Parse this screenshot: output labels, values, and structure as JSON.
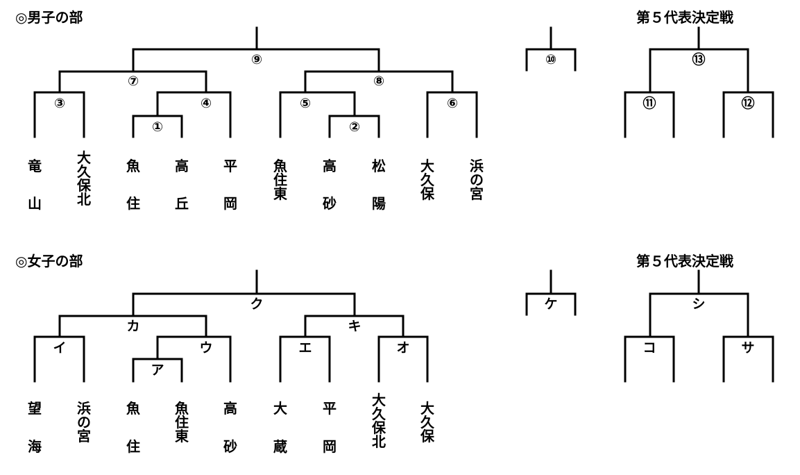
{
  "boys": {
    "title": "◎男子の部",
    "final_title": "第５代表決定戦",
    "labels": {
      "m1": "①",
      "m2": "②",
      "m3": "③",
      "m4": "④",
      "m5": "⑤",
      "m6": "⑥",
      "m7": "⑦",
      "m8": "⑧",
      "m9": "⑨",
      "m10": "⑩",
      "m11": "⑪",
      "m12": "⑫",
      "m13": "⑬"
    },
    "teams": [
      {
        "top": "竜",
        "bottom": "山"
      },
      {
        "top": "大久保北",
        "bottom": ""
      },
      {
        "top": "魚",
        "bottom": "住"
      },
      {
        "top": "高",
        "bottom": "丘"
      },
      {
        "top": "平",
        "bottom": "岡"
      },
      {
        "top": "魚住東",
        "bottom": ""
      },
      {
        "top": "高",
        "bottom": "砂"
      },
      {
        "top": "松",
        "bottom": "陽"
      },
      {
        "top": "大久保",
        "bottom": ""
      },
      {
        "top": "浜の宮",
        "bottom": ""
      }
    ]
  },
  "girls": {
    "title": "◎女子の部",
    "final_title": "第５代表決定戦",
    "labels": {
      "a": "ア",
      "i": "イ",
      "u": "ウ",
      "e": "エ",
      "o": "オ",
      "ka": "カ",
      "ki": "キ",
      "ku": "ク",
      "ke": "ケ",
      "ko": "コ",
      "sa": "サ",
      "shi": "シ"
    },
    "teams": [
      {
        "top": "望",
        "bottom": "海"
      },
      {
        "top": "浜の宮",
        "bottom": ""
      },
      {
        "top": "魚",
        "bottom": "住"
      },
      {
        "top": "魚住東",
        "bottom": ""
      },
      {
        "top": "高",
        "bottom": "砂"
      },
      {
        "top": "大",
        "bottom": "蔵"
      },
      {
        "top": "平",
        "bottom": "岡"
      },
      {
        "top": "大久保北",
        "bottom": ""
      },
      {
        "top": "大久保",
        "bottom": ""
      }
    ]
  }
}
